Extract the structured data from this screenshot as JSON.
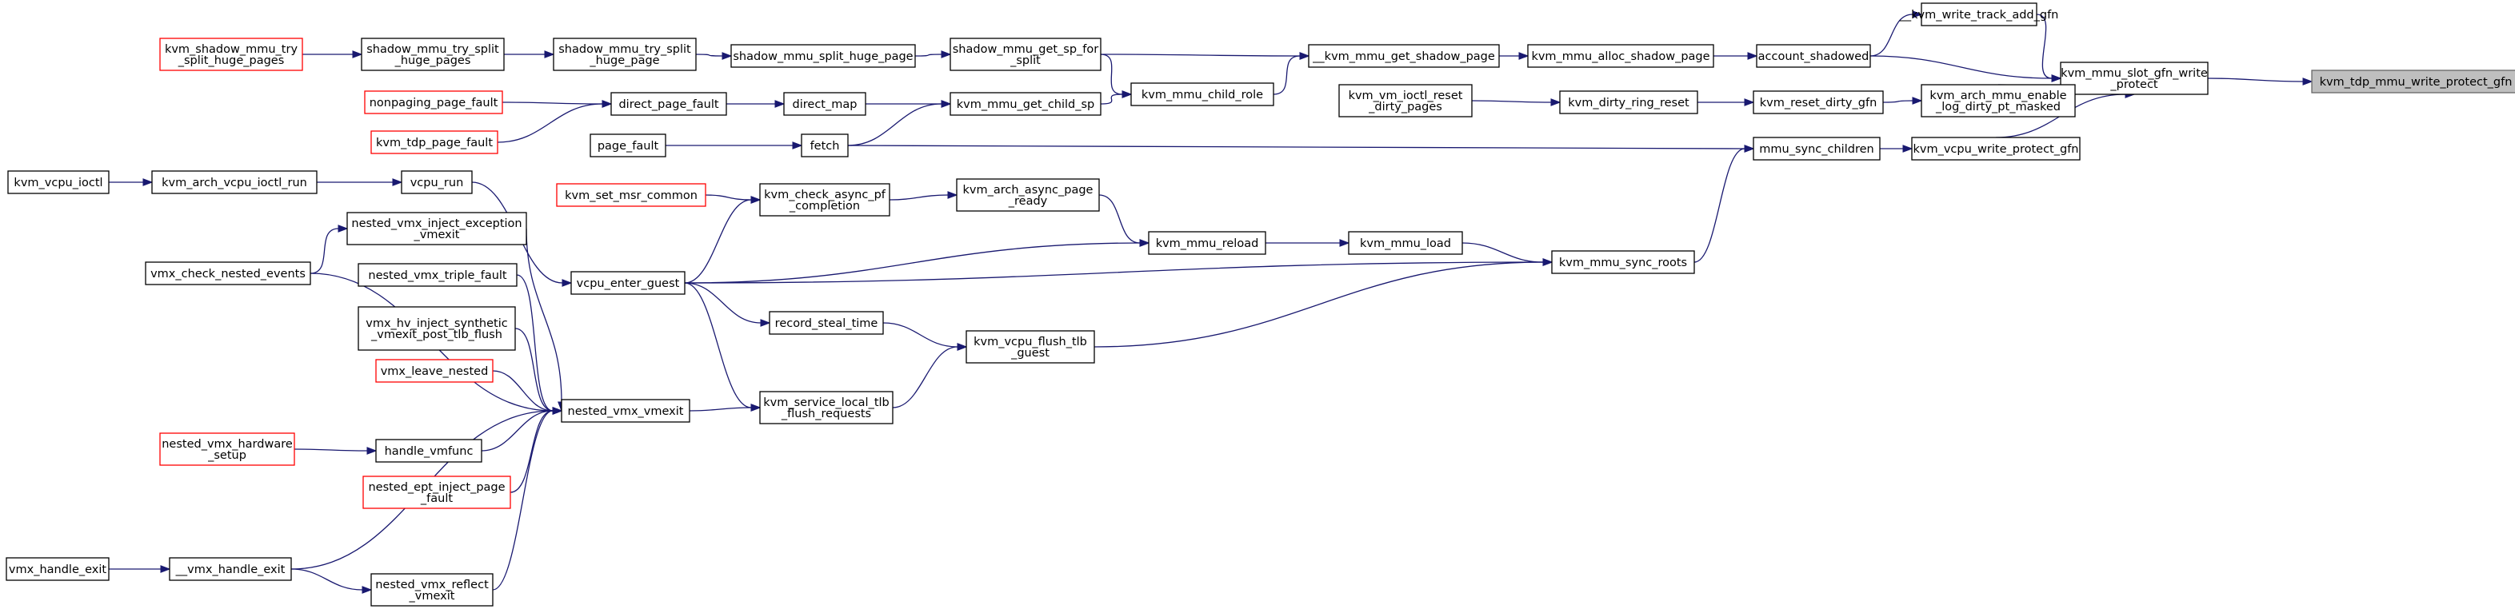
{
  "diagram": {
    "colors": {
      "edge": "#191970",
      "node_border": "#000000",
      "truncated_node_border": "#ff0000",
      "target_node_fill": "#bfbfbf",
      "background": "#ffffff"
    },
    "nodes": {
      "kvm_tdp_mmu_write_protect_gfn": {
        "lines": [
          "kvm_tdp_mmu_write_protect_gfn"
        ],
        "style": "target"
      },
      "kvm_mmu_slot_gfn_write_protect": {
        "lines": [
          "kvm_mmu_slot_gfn_write",
          "_protect"
        ]
      },
      "__kvm_write_track_add_gfn": {
        "lines": [
          "__kvm_write_track_add_gfn"
        ]
      },
      "account_shadowed": {
        "lines": [
          "account_shadowed"
        ]
      },
      "kvm_arch_mmu_enable_log_dirty_pt_masked": {
        "lines": [
          "kvm_arch_mmu_enable",
          "_log_dirty_pt_masked"
        ]
      },
      "kvm_vcpu_write_protect_gfn": {
        "lines": [
          "kvm_vcpu_write_protect_gfn"
        ]
      },
      "kvm_mmu_alloc_shadow_page": {
        "lines": [
          "kvm_mmu_alloc_shadow_page"
        ]
      },
      "__kvm_mmu_get_shadow_page": {
        "lines": [
          "__kvm_mmu_get_shadow_page"
        ]
      },
      "shadow_mmu_get_sp_for_split": {
        "lines": [
          "shadow_mmu_get_sp_for",
          "_split"
        ]
      },
      "kvm_mmu_child_role": {
        "lines": [
          "kvm_mmu_child_role"
        ]
      },
      "shadow_mmu_split_huge_page": {
        "lines": [
          "shadow_mmu_split_huge_page"
        ]
      },
      "shadow_mmu_try_split_huge_page": {
        "lines": [
          "shadow_mmu_try_split",
          "_huge_page"
        ]
      },
      "shadow_mmu_try_split_huge_pages": {
        "lines": [
          "shadow_mmu_try_split",
          "_huge_pages"
        ]
      },
      "kvm_shadow_mmu_try_split_huge_pages": {
        "lines": [
          "kvm_shadow_mmu_try",
          "_split_huge_pages"
        ],
        "style": "truncated"
      },
      "kvm_mmu_get_child_sp": {
        "lines": [
          "kvm_mmu_get_child_sp"
        ]
      },
      "direct_map": {
        "lines": [
          "direct_map"
        ]
      },
      "direct_page_fault": {
        "lines": [
          "direct_page_fault"
        ]
      },
      "nonpaging_page_fault": {
        "lines": [
          "nonpaging_page_fault"
        ],
        "style": "truncated"
      },
      "kvm_tdp_page_fault": {
        "lines": [
          "kvm_tdp_page_fault"
        ],
        "style": "truncated"
      },
      "fetch": {
        "lines": [
          "fetch"
        ]
      },
      "page_fault": {
        "lines": [
          "page_fault"
        ]
      },
      "kvm_reset_dirty_gfn": {
        "lines": [
          "kvm_reset_dirty_gfn"
        ]
      },
      "kvm_dirty_ring_reset": {
        "lines": [
          "kvm_dirty_ring_reset"
        ]
      },
      "kvm_vm_ioctl_reset_dirty_pages": {
        "lines": [
          "kvm_vm_ioctl_reset",
          "_dirty_pages"
        ]
      },
      "mmu_sync_children": {
        "lines": [
          "mmu_sync_children"
        ]
      },
      "kvm_mmu_sync_roots": {
        "lines": [
          "kvm_mmu_sync_roots"
        ]
      },
      "kvm_mmu_load": {
        "lines": [
          "kvm_mmu_load"
        ]
      },
      "kvm_mmu_reload": {
        "lines": [
          "kvm_mmu_reload"
        ]
      },
      "vcpu_enter_guest": {
        "lines": [
          "vcpu_enter_guest"
        ]
      },
      "kvm_arch_async_page_ready": {
        "lines": [
          "kvm_arch_async_page",
          "_ready"
        ]
      },
      "kvm_check_async_pf_completion": {
        "lines": [
          "kvm_check_async_pf",
          "_completion"
        ]
      },
      "kvm_set_msr_common": {
        "lines": [
          "kvm_set_msr_common"
        ],
        "style": "truncated"
      },
      "vcpu_run": {
        "lines": [
          "vcpu_run"
        ]
      },
      "kvm_arch_vcpu_ioctl_run": {
        "lines": [
          "kvm_arch_vcpu_ioctl_run"
        ]
      },
      "kvm_vcpu_ioctl": {
        "lines": [
          "kvm_vcpu_ioctl"
        ]
      },
      "kvm_vcpu_flush_tlb_guest": {
        "lines": [
          "kvm_vcpu_flush_tlb",
          "_guest"
        ]
      },
      "record_steal_time": {
        "lines": [
          "record_steal_time"
        ]
      },
      "kvm_service_local_tlb_flush_requests": {
        "lines": [
          "kvm_service_local_tlb",
          "_flush_requests"
        ]
      },
      "nested_vmx_vmexit": {
        "lines": [
          "nested_vmx_vmexit"
        ]
      },
      "nested_vmx_inject_exception_vmexit": {
        "lines": [
          "nested_vmx_inject_exception",
          "_vmexit"
        ]
      },
      "nested_vmx_triple_fault": {
        "lines": [
          "nested_vmx_triple_fault"
        ]
      },
      "vmx_hv_inject_synthetic_vmexit_post_tlb_flush": {
        "lines": [
          "vmx_hv_inject_synthetic",
          "_vmexit_post_tlb_flush"
        ]
      },
      "vmx_leave_nested": {
        "lines": [
          "vmx_leave_nested"
        ],
        "style": "truncated"
      },
      "handle_vmfunc": {
        "lines": [
          "handle_vmfunc"
        ]
      },
      "nested_ept_inject_page_fault": {
        "lines": [
          "nested_ept_inject_page",
          "_fault"
        ],
        "style": "truncated"
      },
      "nested_vmx_reflect_vmexit": {
        "lines": [
          "nested_vmx_reflect",
          "_vmexit"
        ]
      },
      "vmx_check_nested_events": {
        "lines": [
          "vmx_check_nested_events"
        ]
      },
      "nested_vmx_hardware_setup": {
        "lines": [
          "nested_vmx_hardware",
          "_setup"
        ],
        "style": "truncated"
      },
      "__vmx_handle_exit": {
        "lines": [
          "__vmx_handle_exit"
        ]
      },
      "vmx_handle_exit": {
        "lines": [
          "vmx_handle_exit"
        ]
      }
    }
  }
}
